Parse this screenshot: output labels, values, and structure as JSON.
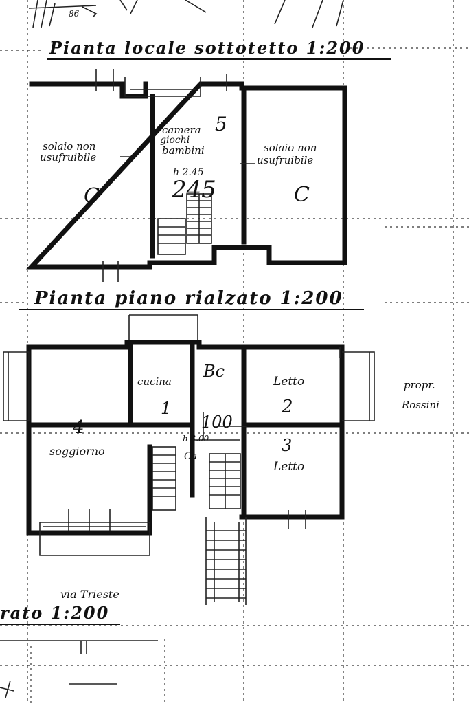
{
  "titles": {
    "attic_plan": "Pianta locale sottotetto 1:200",
    "ground_plan": "Pianta piano rialzato 1:200",
    "bottom_plan_fragment": "rato 1:200"
  },
  "attic": {
    "left_room": {
      "line1": "solaio non",
      "line2": "usufruibile",
      "code": "C"
    },
    "center_room": {
      "line1": "camera",
      "line2": "giochi",
      "line3": "bambini",
      "height_small": "h 2.45",
      "height_large": "245",
      "number": "5"
    },
    "right_room": {
      "line1": "solaio non",
      "line2": "usufruibile",
      "code": "C"
    }
  },
  "ground": {
    "kitchen": {
      "label": "cucina",
      "number": "1"
    },
    "bath": {
      "label": "Bc"
    },
    "bedroom1": {
      "label": "Letto",
      "number": "2"
    },
    "bedroom2": {
      "label": "Letto",
      "number": "3"
    },
    "living": {
      "label": "soggiorno",
      "number": "4"
    },
    "corridor_width": "100",
    "ceiling_height": "h 3.00",
    "stair_label": "Ca",
    "neighbor_line1": "propr.",
    "neighbor_line2": "Rossini",
    "street": "via Trieste"
  },
  "header_scribble": "86"
}
